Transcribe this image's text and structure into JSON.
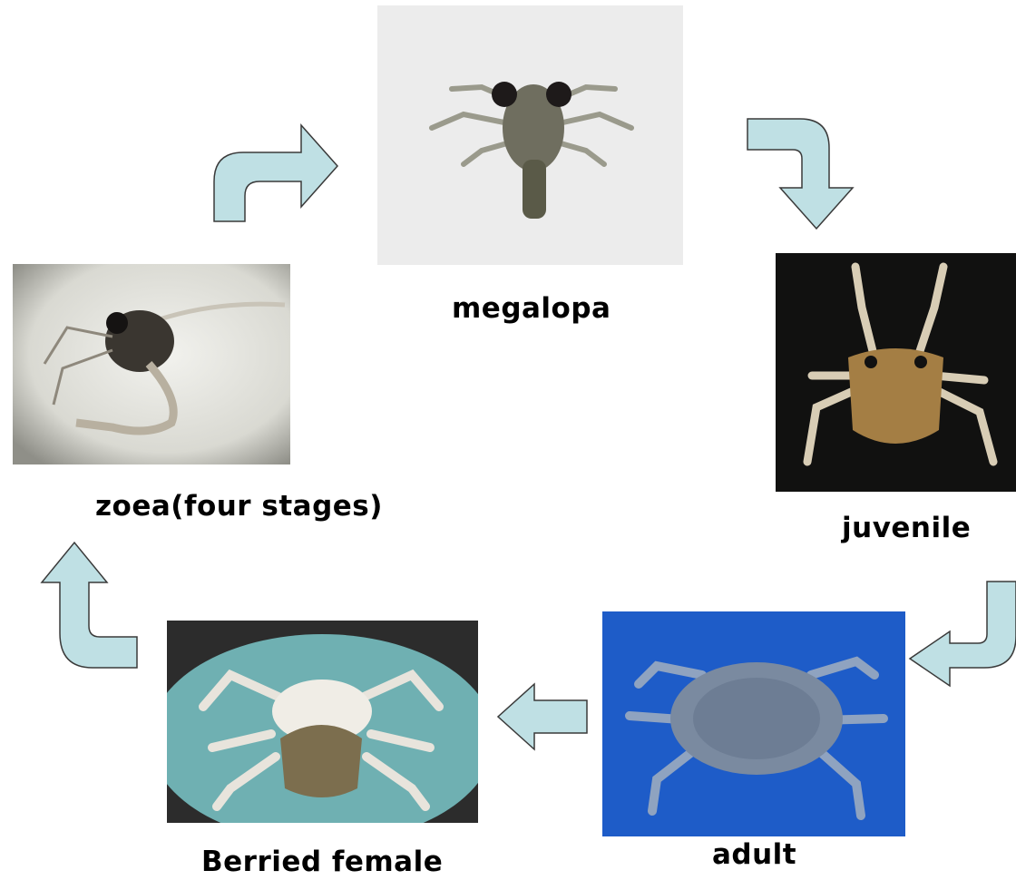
{
  "stages": {
    "megalopa": {
      "label": "megalopa"
    },
    "juvenile": {
      "label": "juvenile"
    },
    "adult": {
      "label": "adult"
    },
    "berried_female": {
      "label": "Berried female"
    },
    "zoea": {
      "label": "zoea(four stages)"
    }
  },
  "colors": {
    "arrow_fill": "#bfe0e4",
    "arrow_stroke": "#3a3a3a"
  }
}
